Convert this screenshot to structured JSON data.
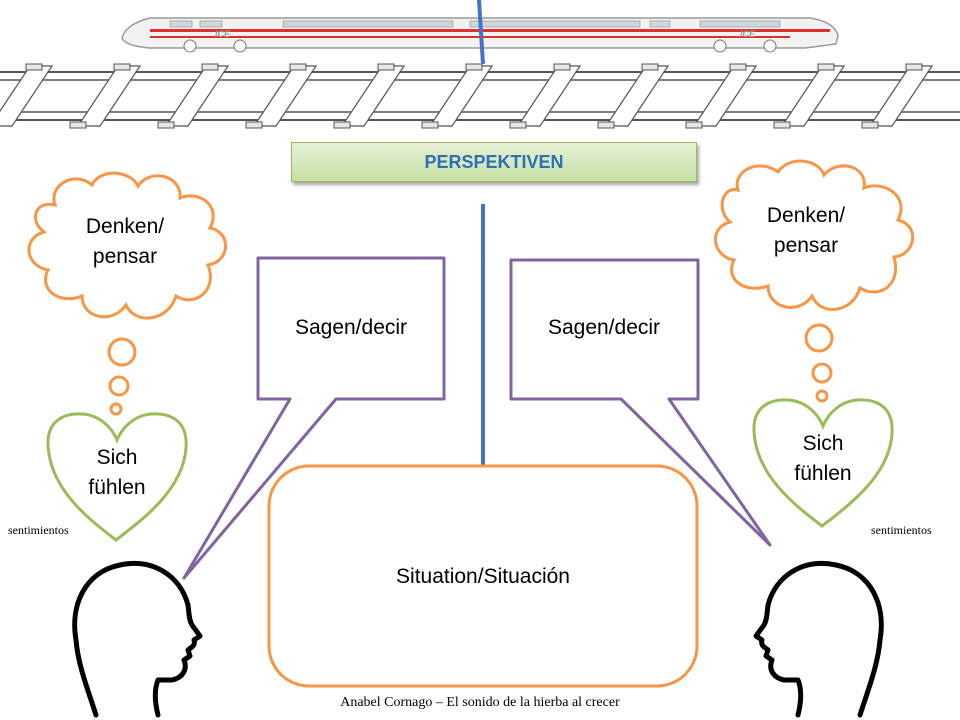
{
  "title": "PERSPEKTIVEN",
  "left_person": {
    "thought": [
      "Denken/",
      "pensar"
    ],
    "speech": "Sagen/decir",
    "feeling": [
      "Sich",
      "fühlen"
    ],
    "feeling_note": "sentimientos"
  },
  "right_person": {
    "thought": [
      "Denken/",
      "pensar"
    ],
    "speech": "Sagen/decir",
    "feeling": [
      "Sich",
      "fühlen"
    ],
    "feeling_note": "sentimientos"
  },
  "situation": "Situation/Situación",
  "footer": "Anabel Cornago – El sonido de la hierba al crecer",
  "train_marks": [
    "ICE",
    "ICE"
  ],
  "colors": {
    "title_text": "#2f6fb5",
    "title_fill": "#d7eabf",
    "divider": "#4472c4",
    "cloud": "#f79646",
    "heart": "#9bbb59",
    "speech": "#8064a2",
    "situation": "#f79646",
    "train_stripe": "#e0302c"
  },
  "icons": [
    "train-icon",
    "rail-track-icon",
    "thought-cloud-icon",
    "heart-icon",
    "head-profile-icon"
  ]
}
